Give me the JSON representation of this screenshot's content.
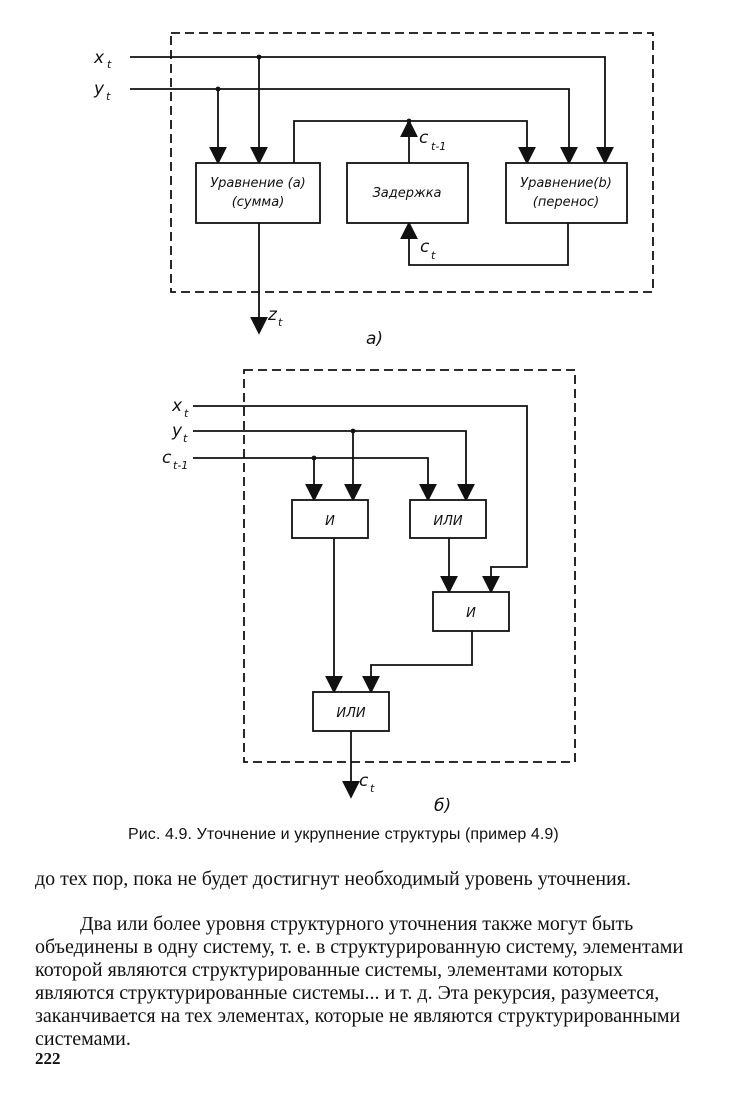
{
  "figure": {
    "top": {
      "inputs": {
        "x": "x",
        "x_sub": "t",
        "y": "y",
        "y_sub": "t"
      },
      "blocks": {
        "left_line1": "Уравнение (a)",
        "left_line2": "(сумма)",
        "middle": "Задержка",
        "right_line1": "Уравнение(b)",
        "right_line2": "(перенос)"
      },
      "signals": {
        "c_prev": "c",
        "c_prev_sub": "t-1",
        "c_now": "c",
        "c_now_sub": "t",
        "z": "z",
        "z_sub": "t"
      },
      "panel_label": "а)"
    },
    "bottom": {
      "inputs": {
        "x": "x",
        "x_sub": "t",
        "y": "y",
        "y_sub": "t",
        "c": "c",
        "c_sub": "t-1"
      },
      "blocks": {
        "and1": "И",
        "or1": "ИЛИ",
        "and2": "И",
        "or2": "ИЛИ"
      },
      "output": {
        "c": "c",
        "c_sub": "t"
      },
      "panel_label": "б)"
    },
    "caption": "Рис. 4.9. Уточнение и укрупнение структуры (пример 4.9)"
  },
  "body_text": {
    "paragraph1": "до тех пор, пока не будет достигнут необходимый уровень уточнения.",
    "paragraph2": "Два или более уровня структурного уточнения также могут быть объединены в одну систему, т. е. в структурированную систему, элементами которой являются структурированные системы, элементами которых являются структурированные системы... и т. д. Эта рекурсия, разумеется, заканчивается на тех элементах, которые не являются структурированными системами."
  },
  "page_number": "222"
}
